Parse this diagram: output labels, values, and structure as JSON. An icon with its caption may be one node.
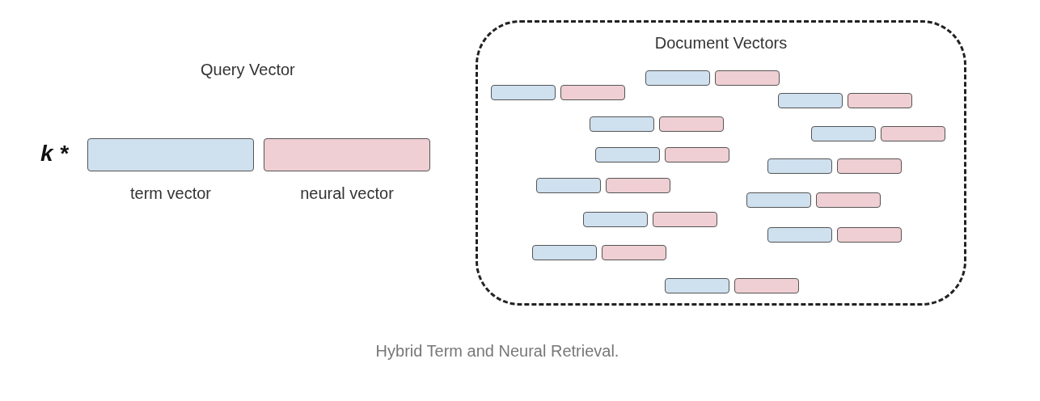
{
  "diagram": {
    "caption": "Hybrid Term and Neural Retrieval.",
    "nodes": [
      {
        "text": [],
        "shape": "bar",
        "beside": [
          "term vector"
        ]
      },
      {
        "text": [],
        "shape": "bar",
        "beside": [
          "neural vector"
        ]
      },
      {
        "text": [
          "Document Vectors"
        ]
      },
      {
        "text": [],
        "shape": "bar",
        "in": 2
      },
      {
        "text": [],
        "shape": "bar",
        "in": 2
      },
      {
        "text": [],
        "shape": "bar",
        "in": 2
      },
      {
        "text": [],
        "shape": "bar",
        "in": 2
      },
      {
        "text": [],
        "shape": "bar",
        "in": 2
      },
      {
        "text": [],
        "shape": "bar",
        "in": 2
      },
      {
        "text": [],
        "shape": "bar",
        "in": 2
      },
      {
        "text": [],
        "shape": "bar",
        "in": 2
      },
      {
        "text": [],
        "shape": "bar",
        "in": 2
      },
      {
        "text": [],
        "shape": "bar",
        "in": 2
      },
      {
        "text": [],
        "shape": "bar",
        "in": 2
      },
      {
        "text": [],
        "shape": "bar",
        "in": 2
      },
      {
        "text": [],
        "shape": "bar",
        "in": 2
      },
      {
        "text": [],
        "shape": "bar",
        "in": 2
      },
      {
        "text": [],
        "shape": "bar",
        "in": 2
      },
      {
        "text": [],
        "shape": "bar",
        "in": 2
      },
      {
        "text": [],
        "shape": "bar",
        "in": 2
      },
      {
        "text": [],
        "shape": "bar",
        "in": 2
      },
      {
        "text": [],
        "shape": "bar",
        "in": 2
      },
      {
        "text": [],
        "shape": "bar",
        "in": 2
      },
      {
        "text": [],
        "shape": "bar",
        "in": 2
      },
      {
        "text": [],
        "shape": "bar",
        "in": 2
      },
      {
        "text": [],
        "shape": "bar",
        "in": 2
      },
      {
        "text": [],
        "shape": "bar",
        "in": 2
      },
      {
        "text": [],
        "shape": "bar",
        "in": 2
      },
      {
        "text": [],
        "shape": "bar",
        "in": 2
      }
    ],
    "labels": [
      "Query Vector",
      "k *"
    ]
  }
}
